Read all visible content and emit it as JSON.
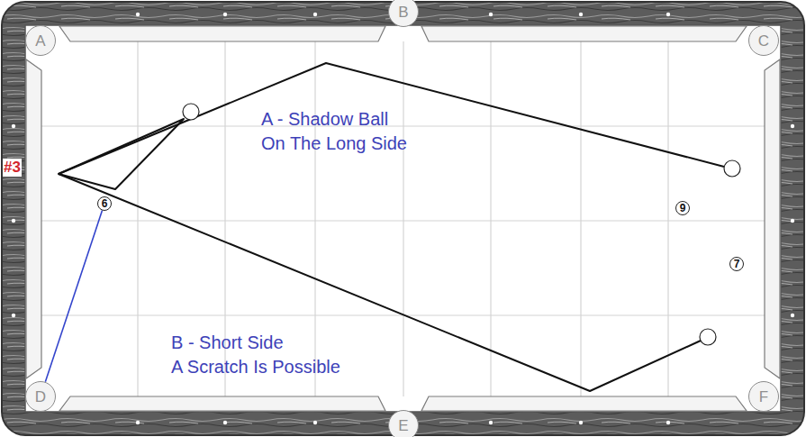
{
  "diagram": {
    "nodes": [
      {
        "text": [
          "A"
        ]
      },
      {
        "text": [
          "B"
        ]
      },
      {
        "text": [
          "C"
        ]
      },
      {
        "text": [
          "6"
        ]
      },
      {
        "text": [
          "9"
        ]
      },
      {
        "text": [
          "7"
        ]
      },
      {
        "text": [
          "D"
        ]
      },
      {
        "text": [
          "E"
        ]
      },
      {
        "text": [
          "F"
        ]
      }
    ],
    "edges": [
      {
        "from": 3,
        "to": 6,
        "arrow": "none"
      }
    ],
    "labels": [
      "#3",
      "A - Shadow Ball",
      "On The Long Side",
      "B - Short Side",
      "A Scratch Is Possible"
    ]
  }
}
